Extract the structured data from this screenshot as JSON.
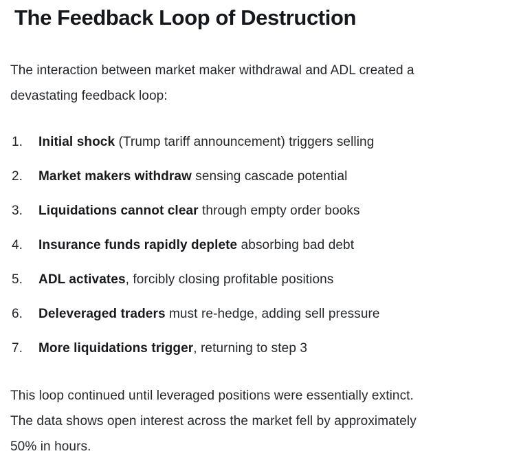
{
  "page": {
    "heading": "The Feedback Loop of Destruction",
    "intro": {
      "lines": [
        "The interaction between market maker withdrawal and ADL created a",
        "devastating feedback loop:"
      ]
    },
    "list": {
      "items": [
        {
          "number": "1.",
          "bold": "Initial shock",
          "rest": " (Trump tariff announcement) triggers selling"
        },
        {
          "number": "2.",
          "bold": "Market makers withdraw",
          "rest": " sensing cascade potential"
        },
        {
          "number": "3.",
          "bold": "Liquidations cannot clear",
          "rest": " through empty order books"
        },
        {
          "number": "4.",
          "bold": "Insurance funds rapidly deplete",
          "rest": " absorbing bad debt"
        },
        {
          "number": "5.",
          "bold": "ADL activates",
          "rest": ", forcibly closing profitable positions"
        },
        {
          "number": "6.",
          "bold": "Deleveraged traders",
          "rest": " must re-hedge, adding sell pressure"
        },
        {
          "number": "7.",
          "bold": "More liquidations trigger",
          "rest": ", returning to step 3"
        }
      ]
    },
    "closing": {
      "lines": [
        "This loop continued until leveraged positions were essentially extinct.",
        "The data shows open interest across the market fell by approximately",
        "50% in hours."
      ]
    },
    "colors": {
      "heading": "#14171c",
      "body": "#23262a",
      "background": "#ffffff"
    }
  }
}
